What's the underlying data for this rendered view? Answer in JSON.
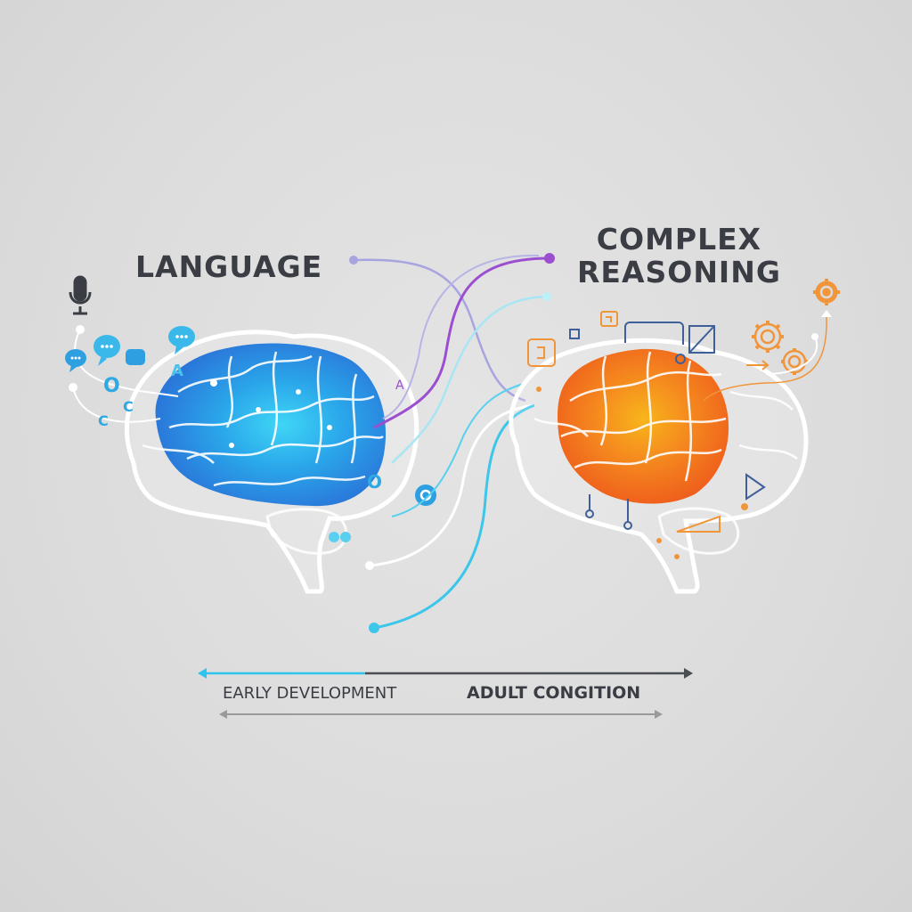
{
  "headings": {
    "left": "LANGUAGE",
    "right_line1": "COMPLEX",
    "right_line2": "REASONING"
  },
  "timeline": {
    "start_label": "EARLY DEVELOPMENT",
    "end_label": "ADULT CONGITION"
  },
  "colors": {
    "background": "#dcdcdc",
    "text": "#3a3e44",
    "language_blue": "#2f8fe0",
    "language_cyan": "#2ec4ee",
    "reasoning_orange": "#f06a1e",
    "reasoning_amber": "#f6a21c",
    "connector_purple": "#9b4fd0",
    "connector_lavender": "#9b9ae0",
    "outline_white": "#ffffff",
    "timeline_dark": "#4a4d52",
    "timeline_grey": "#9a9a9a",
    "icon_navy": "#3f5f9a"
  },
  "icons": {
    "left_cluster": [
      "microphone-icon",
      "speech-bubble-icon",
      "chat-dots-icon",
      "letter-A-icon",
      "letter-C-icon",
      "letter-O-icon"
    ],
    "right_cluster": [
      "gear-icon",
      "flowchart-icon",
      "geometry-triangle-icon",
      "puzzle-box-icon",
      "arrow-up-icon"
    ]
  }
}
